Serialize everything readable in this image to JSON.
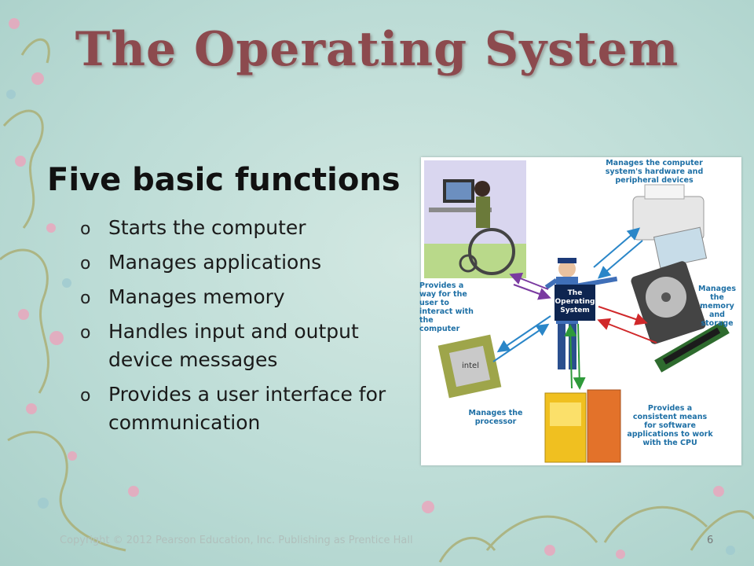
{
  "slide": {
    "title": "The Operating System",
    "heading": "Five basic functions",
    "bullet_marker": "o",
    "bullets": [
      "Starts the computer",
      "Manages applications",
      "Manages memory",
      "Handles input and output device messages",
      "Provides a user interface for communication"
    ],
    "footer": "Copyright © 2012 Pearson Education, Inc. Publishing as Prentice Hall",
    "page_number": "6"
  },
  "diagram": {
    "center_label": "The Operating System",
    "labels": {
      "hardware": "Manages the computer system's hardware and peripheral devices",
      "user": "Provides a way for the user to interact with the computer",
      "memory": "Manages the memory and storage",
      "processor": "Manages the processor",
      "software": "Provides a consistent means for software applications to work with the CPU"
    }
  },
  "colors": {
    "title": "#8c4a4e",
    "background": "#bcdcd6",
    "diagram_label": "#1d6fa5",
    "arrow_blue": "#2a86c8",
    "arrow_purple": "#7a3aa0",
    "arrow_red": "#d0282a",
    "arrow_green": "#2e9a3a",
    "center_box": "#0e2550"
  }
}
